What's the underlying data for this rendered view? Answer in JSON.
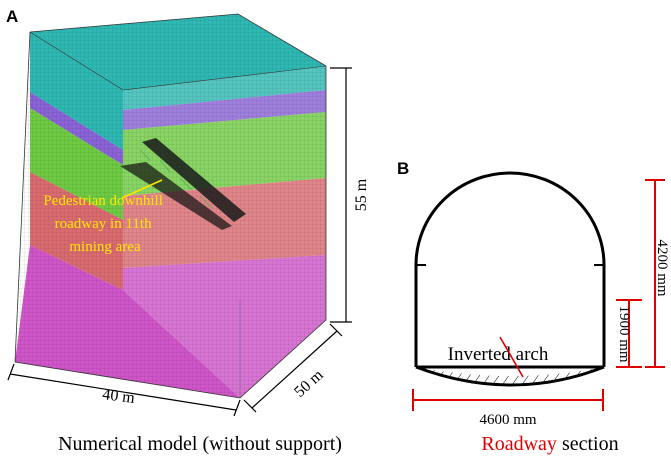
{
  "panel_a": {
    "label": "A",
    "dim_height": "55  m",
    "dim_width": "40  m",
    "dim_depth": "50  m",
    "annotation_lines": [
      "Pedestrian downhill",
      "roadway in 11th",
      "mining area"
    ],
    "caption": "Numerical model (without support)",
    "layer_colors": [
      "#2fb8b3",
      "#8a63d6",
      "#6fca43",
      "#d96b70",
      "#cf55c9"
    ]
  },
  "panel_b": {
    "label": "B",
    "inverted_arch_label": "Inverted arch",
    "dim_total_height": "4200 mm",
    "dim_wall_height": "1900 mm",
    "dim_width": "4600 mm",
    "caption_highlight": "Roadway",
    "caption_rest": " section",
    "highlight_color": "#e00000",
    "dimension_color": "#e00000"
  }
}
